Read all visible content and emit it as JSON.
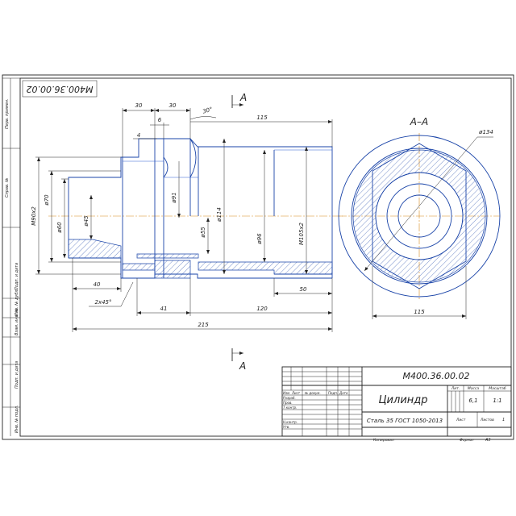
{
  "drawing": {
    "number_rotated": "M400.36.00.02",
    "section_label": "A–A",
    "cut_label_top": "A",
    "cut_label_bottom": "A",
    "dimensions": {
      "d30a": "30",
      "d30b": "30",
      "d6": "6",
      "d4": "4",
      "a30": "30°",
      "d115_top": "115",
      "dM90": "M90x2",
      "d70": "ø70",
      "d60": "ø60",
      "d45": "ø45",
      "d91": "ø91",
      "d114": "ø114",
      "d55": "ø55",
      "d96": "ø96",
      "dM105": "M105x2",
      "d40": "40",
      "chamfer": "2x45°",
      "d41": "41",
      "d120": "120",
      "d50": "50",
      "d215": "215",
      "d134": "ø134",
      "d115_right": "115"
    },
    "side_stamp": [
      "Перв. примен.",
      "Справ. №",
      "Подп. и дата",
      "Инв. № дубл.",
      "Взам. инв. №",
      "Подп. и дата",
      "Инв. № подл."
    ]
  },
  "title_block": {
    "doc_number": "M400.36.00.02",
    "part_name": "Цилиндр",
    "material": "Сталь 35 ГОСТ 1050-2013",
    "headers": {
      "lit": "Лит.",
      "mass": "Масса",
      "scale": "Масштаб"
    },
    "mass_value": "6,1",
    "scale_value": "1:1",
    "sheet_label": "Лист",
    "sheets_label": "Листов",
    "sheets_value": "1",
    "change_headers": [
      "Изм",
      "Лист",
      "№ докум.",
      "Подп.",
      "Дата"
    ],
    "roles": [
      "Разраб.",
      "Пров.",
      "Т.контр.",
      "",
      "Н.контр.",
      "Утв."
    ],
    "copied": "Копировал",
    "format_label": "Формат",
    "format_value": "A3"
  }
}
